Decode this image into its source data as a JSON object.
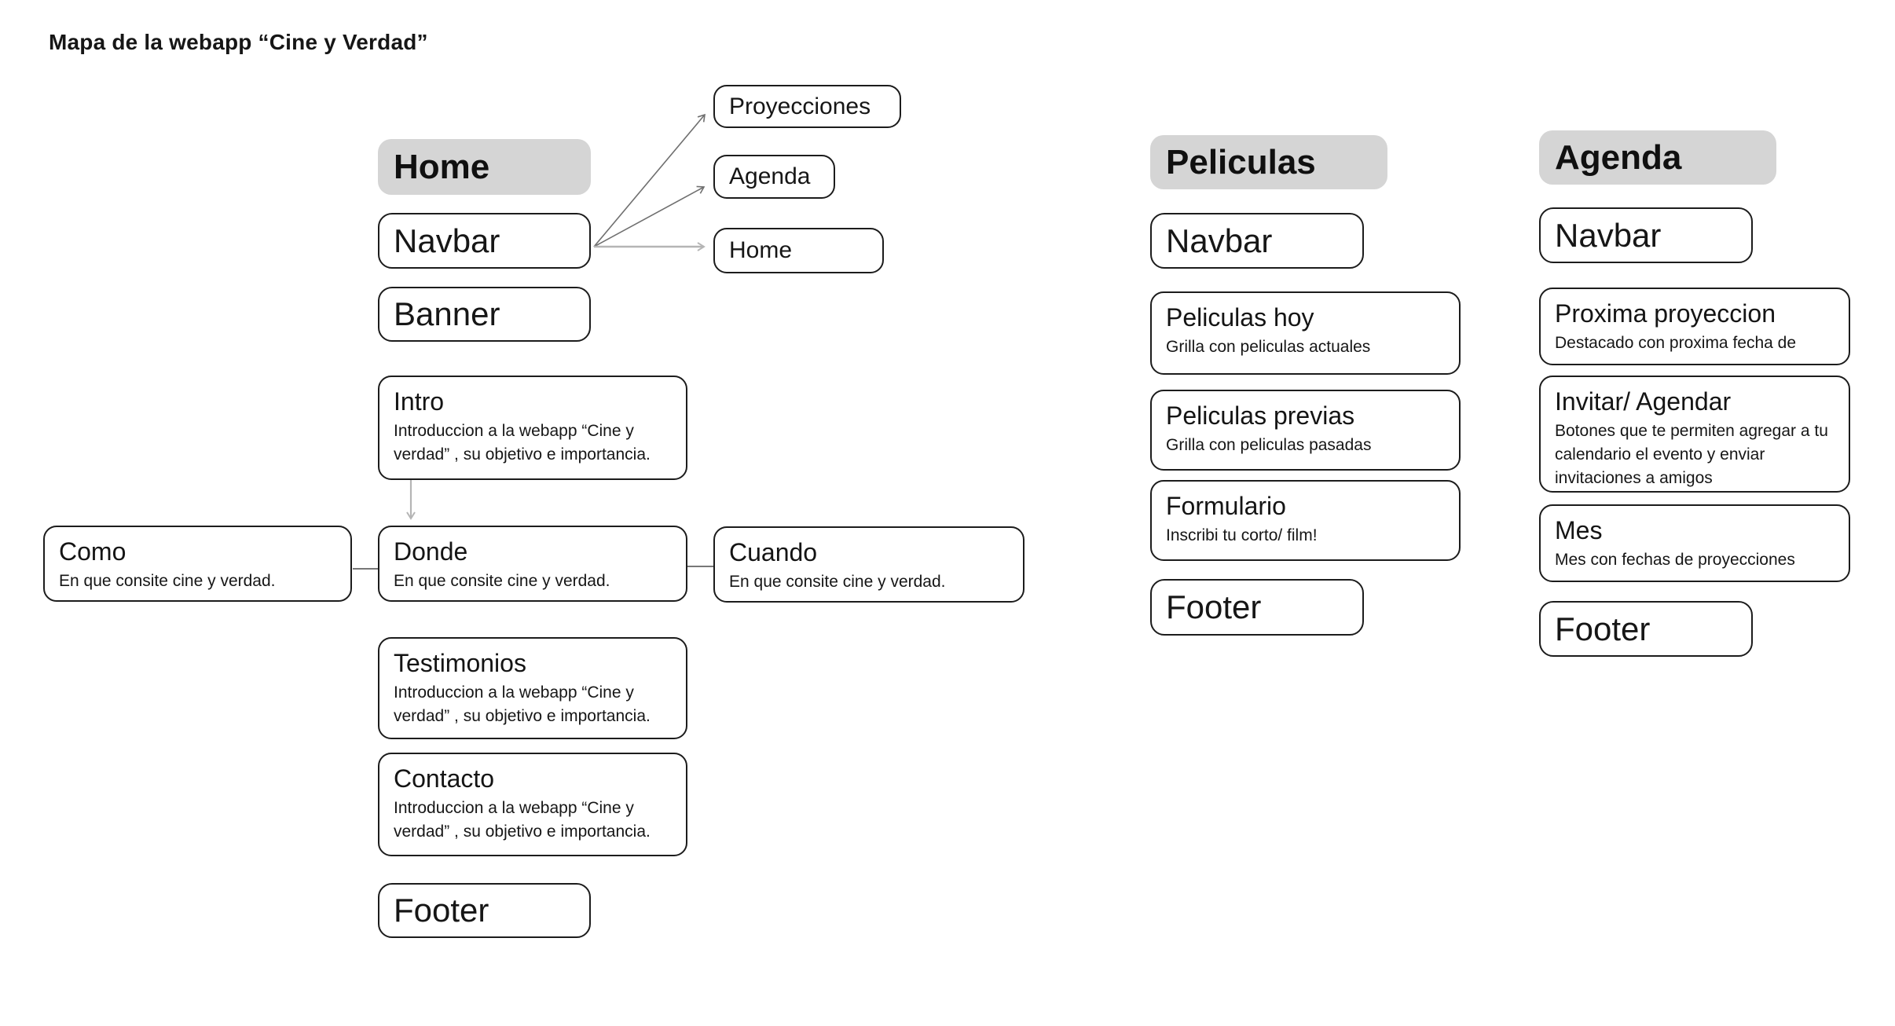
{
  "page_title": "Mapa de la webapp “Cine y Verdad”",
  "colors": {
    "header_fill": "#d5d5d5",
    "node_border": "#1c1c1c",
    "connector_dark": "#6f6f6f",
    "connector_light": "#b5b5b5",
    "background": "#ffffff"
  },
  "home_column": {
    "header": "Home",
    "navbar": "Navbar",
    "banner": "Banner",
    "footer": "Footer",
    "nav_targets": {
      "proyecciones": "Proyecciones",
      "agenda": "Agenda",
      "home": "Home"
    },
    "intro_title": "Intro",
    "intro_body": "Introduccion a la webapp “Cine y verdad” , su objetivo e importancia.",
    "como_title": "Como",
    "como_body": "En que consite cine y verdad.",
    "donde_title": "Donde",
    "donde_body": "En que consite cine y verdad.",
    "cuando_title": "Cuando",
    "cuando_body": "En que consite cine y verdad.",
    "testimonios_title": "Testimonios",
    "testimonios_body": "Introduccion a la webapp “Cine y verdad” , su objetivo e importancia.",
    "contacto_title": "Contacto",
    "contacto_body": "Introduccion a la webapp “Cine y verdad” , su objetivo e importancia."
  },
  "peliculas_column": {
    "header": "Peliculas",
    "navbar": "Navbar",
    "footer": "Footer",
    "hoy_title": "Peliculas hoy",
    "hoy_body": "Grilla con peliculas actuales",
    "previas_title": "Peliculas previas",
    "previas_body": "Grilla con peliculas pasadas",
    "formulario_title": "Formulario",
    "formulario_body": "Inscribi tu corto/ film!"
  },
  "agenda_column": {
    "header": "Agenda",
    "navbar": "Navbar",
    "footer": "Footer",
    "proxima_title": "Proxima proyeccion",
    "proxima_body": "Destacado con proxima fecha de",
    "invitar_title": "Invitar/ Agendar",
    "invitar_body": "Botones que te permiten agregar a tu calendario el evento y enviar invitaciones a amigos",
    "mes_title": "Mes",
    "mes_body": "Mes con fechas de proyecciones"
  }
}
